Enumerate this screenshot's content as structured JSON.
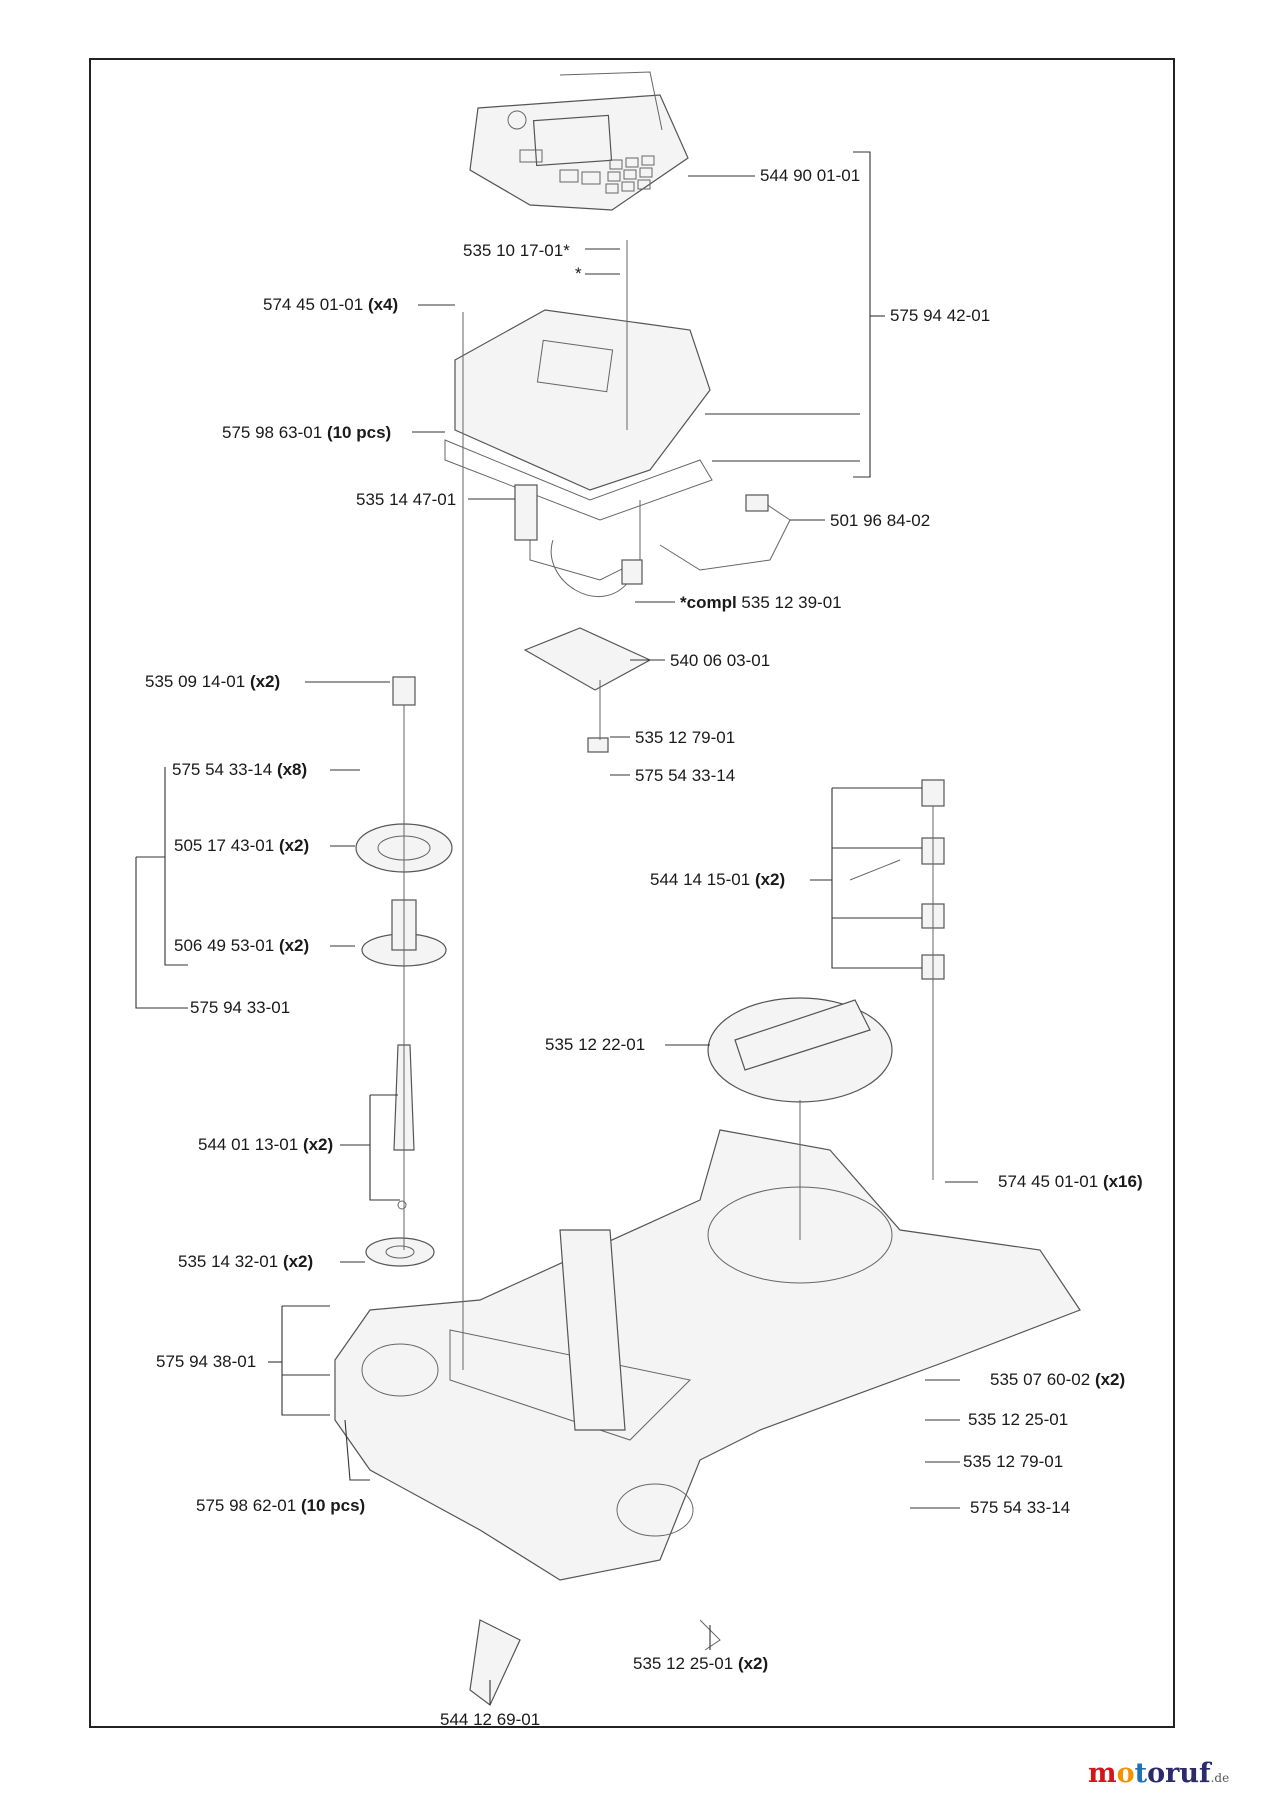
{
  "parts": [
    {
      "id": "p1",
      "num": "544 90 01-01"
    },
    {
      "id": "p2",
      "num": "535 10 17-01*"
    },
    {
      "id": "p3",
      "num": "*"
    },
    {
      "id": "p4",
      "num": "574 45 01-01",
      "qty": "(x4)"
    },
    {
      "id": "p5",
      "num": "575 94 42-01"
    },
    {
      "id": "p6",
      "num": "575 98 63-01",
      "qty": "(10 pcs)"
    },
    {
      "id": "p7",
      "num": "535 14 47-01"
    },
    {
      "id": "p8",
      "num": "501 96 84-02"
    },
    {
      "id": "p9",
      "prefix": "*compl",
      "num": "535 12 39-01"
    },
    {
      "id": "p10",
      "num": "540 06 03-01"
    },
    {
      "id": "p11",
      "num": "535 09 14-01",
      "qty": "(x2)"
    },
    {
      "id": "p12",
      "num": "535 12 79-01"
    },
    {
      "id": "p13",
      "num": "575 54 33-14"
    },
    {
      "id": "p14",
      "num": "575 54 33-14",
      "qty": "(x8)"
    },
    {
      "id": "p15",
      "num": "505 17 43-01",
      "qty": "(x2)"
    },
    {
      "id": "p16",
      "num": "544 14 15-01",
      "qty": "(x2)"
    },
    {
      "id": "p17",
      "num": "506 49 53-01",
      "qty": "(x2)"
    },
    {
      "id": "p18",
      "num": "575 94 33-01"
    },
    {
      "id": "p19",
      "num": "535 12 22-01"
    },
    {
      "id": "p20",
      "num": "544 01 13-01",
      "qty": "(x2)"
    },
    {
      "id": "p21",
      "num": "574 45 01-01",
      "qty": "(x16)"
    },
    {
      "id": "p22",
      "num": "535 14 32-01",
      "qty": "(x2)"
    },
    {
      "id": "p23",
      "num": "575 94 38-01"
    },
    {
      "id": "p24",
      "num": "535 07 60-02",
      "qty": "(x2)"
    },
    {
      "id": "p25",
      "num": "535 12 25-01"
    },
    {
      "id": "p26",
      "num": "535 12 79-01"
    },
    {
      "id": "p27",
      "num": "575 98 62-01",
      "qty": "(10 pcs)"
    },
    {
      "id": "p28",
      "num": "575 54 33-14"
    },
    {
      "id": "p29",
      "num": "535 12 25-01",
      "qty": "(x2)"
    },
    {
      "id": "p30",
      "num": "544 12 69-01"
    }
  ],
  "watermark": {
    "name": "motoruf",
    "suffix": ".de"
  },
  "colors": {
    "line": "#333333",
    "brand_m": "#d4161b",
    "brand_o": "#f39200",
    "brand_t": "#1d71b8",
    "brand_rest": "#2b2a6b"
  }
}
